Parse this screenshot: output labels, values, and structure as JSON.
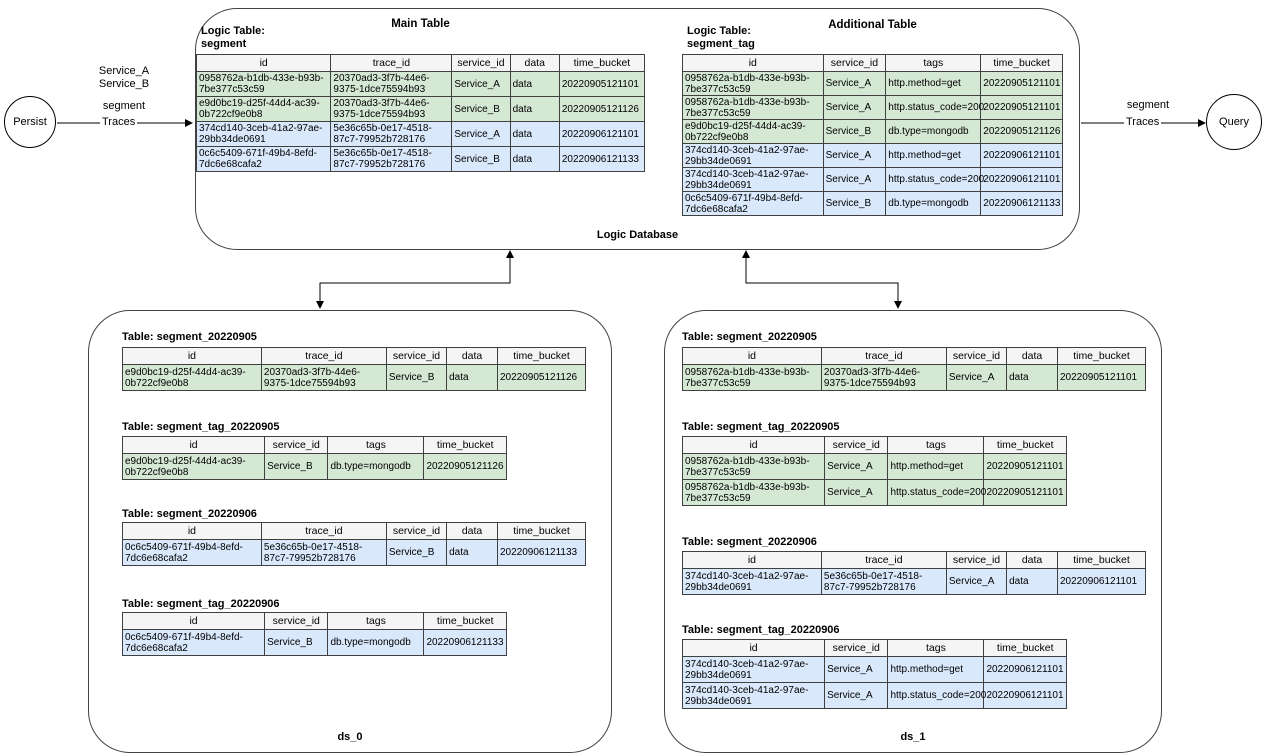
{
  "colors": {
    "green": "#d5e8d4",
    "blue": "#dae8fc",
    "header_bg": "#f5f5f5",
    "table_border": "#404040",
    "box_border": "#424242"
  },
  "left_flow": {
    "node": "Persist",
    "labels_top": [
      "Service_A",
      "Service_B"
    ],
    "label_mid": "segment",
    "label_arrow": "Traces"
  },
  "right_flow": {
    "node": "Query",
    "label_mid": "segment",
    "label_arrow": "Traces"
  },
  "logic_db": {
    "label": "Logic Database",
    "main_header": "Main Table",
    "additional_header": "Additional Table",
    "main_logic_label_line1": "Logic Table:",
    "main_logic_label_line2": "segment",
    "add_logic_label_line1": "Logic Table:",
    "add_logic_label_line2": "segment_tag"
  },
  "ds0": {
    "label": "ds_0"
  },
  "ds1": {
    "label": "ds_1"
  },
  "tables": {
    "logic_segment": {
      "kind": "segment",
      "columns": [
        "id",
        "trace_id",
        "service_id",
        "data",
        "time_bucket"
      ],
      "rows": [
        {
          "color": "green",
          "cells": [
            "0958762a-b1db-433e-b93b-7be377c53c59",
            "20370ad3-3f7b-44e6-9375-1dce75594b93",
            "Service_A",
            "data",
            "20220905121101"
          ]
        },
        {
          "color": "green",
          "cells": [
            "e9d0bc19-d25f-44d4-ac39-0b722cf9e0b8",
            "20370ad3-3f7b-44e6-9375-1dce75594b93",
            "Service_B",
            "data",
            "20220905121126"
          ]
        },
        {
          "color": "blue",
          "cells": [
            "374cd140-3ceb-41a2-97ae-29bb34de0691",
            "5e36c65b-0e17-4518-87c7-79952b728176",
            "Service_A",
            "data",
            "20220906121101"
          ]
        },
        {
          "color": "blue",
          "cells": [
            "0c6c5409-671f-49b4-8efd-7dc6e68cafa2",
            "5e36c65b-0e17-4518-87c7-79952b728176",
            "Service_B",
            "data",
            "20220906121133"
          ]
        }
      ]
    },
    "logic_segment_tag": {
      "kind": "tag",
      "columns": [
        "id",
        "service_id",
        "tags",
        "time_bucket"
      ],
      "rows": [
        {
          "color": "green",
          "cells": [
            "0958762a-b1db-433e-b93b-7be377c53c59",
            "Service_A",
            "http.method=get",
            "20220905121101"
          ]
        },
        {
          "color": "green",
          "cells": [
            "0958762a-b1db-433e-b93b-7be377c53c59",
            "Service_A",
            "http.status_code=200",
            "20220905121101"
          ]
        },
        {
          "color": "green",
          "cells": [
            "e9d0bc19-d25f-44d4-ac39-0b722cf9e0b8",
            "Service_B",
            "db.type=mongodb",
            "20220905121126"
          ]
        },
        {
          "color": "blue",
          "cells": [
            "374cd140-3ceb-41a2-97ae-29bb34de0691",
            "Service_A",
            "http.method=get",
            "20220906121101"
          ]
        },
        {
          "color": "blue",
          "cells": [
            "374cd140-3ceb-41a2-97ae-29bb34de0691",
            "Service_A",
            "http.status_code=200",
            "20220906121101"
          ]
        },
        {
          "color": "blue",
          "cells": [
            "0c6c5409-671f-49b4-8efd-7dc6e68cafa2",
            "Service_B",
            "db.type=mongodb",
            "20220906121133"
          ]
        }
      ]
    },
    "ds0_t1": {
      "kind": "segment",
      "title": "Table: segment_20220905",
      "columns": [
        "id",
        "trace_id",
        "service_id",
        "data",
        "time_bucket"
      ],
      "rows": [
        {
          "color": "green",
          "cells": [
            "e9d0bc19-d25f-44d4-ac39-0b722cf9e0b8",
            "20370ad3-3f7b-44e6-9375-1dce75594b93",
            "Service_B",
            "data",
            "20220905121126"
          ]
        }
      ]
    },
    "ds0_t2": {
      "kind": "tag",
      "title": "Table: segment_tag_20220905",
      "columns": [
        "id",
        "service_id",
        "tags",
        "time_bucket"
      ],
      "rows": [
        {
          "color": "green",
          "cells": [
            "e9d0bc19-d25f-44d4-ac39-0b722cf9e0b8",
            "Service_B",
            "db.type=mongodb",
            "20220905121126"
          ]
        }
      ]
    },
    "ds0_t3": {
      "kind": "segment",
      "title": "Table: segment_20220906",
      "columns": [
        "id",
        "trace_id",
        "service_id",
        "data",
        "time_bucket"
      ],
      "rows": [
        {
          "color": "blue",
          "cells": [
            "0c6c5409-671f-49b4-8efd-7dc6e68cafa2",
            "5e36c65b-0e17-4518-87c7-79952b728176",
            "Service_B",
            "data",
            "20220906121133"
          ]
        }
      ]
    },
    "ds0_t4": {
      "kind": "tag",
      "title": "Table: segment_tag_20220906",
      "columns": [
        "id",
        "service_id",
        "tags",
        "time_bucket"
      ],
      "rows": [
        {
          "color": "blue",
          "cells": [
            "0c6c5409-671f-49b4-8efd-7dc6e68cafa2",
            "Service_B",
            "db.type=mongodb",
            "20220906121133"
          ]
        }
      ]
    },
    "ds1_t1": {
      "kind": "segment",
      "title": "Table: segment_20220905",
      "columns": [
        "id",
        "trace_id",
        "service_id",
        "data",
        "time_bucket"
      ],
      "rows": [
        {
          "color": "green",
          "cells": [
            "0958762a-b1db-433e-b93b-7be377c53c59",
            "20370ad3-3f7b-44e6-9375-1dce75594b93",
            "Service_A",
            "data",
            "20220905121101"
          ]
        }
      ]
    },
    "ds1_t2": {
      "kind": "tag",
      "title": "Table: segment_tag_20220905",
      "columns": [
        "id",
        "service_id",
        "tags",
        "time_bucket"
      ],
      "rows": [
        {
          "color": "green",
          "cells": [
            "0958762a-b1db-433e-b93b-7be377c53c59",
            "Service_A",
            "http.method=get",
            "20220905121101"
          ]
        },
        {
          "color": "green",
          "cells": [
            "0958762a-b1db-433e-b93b-7be377c53c59",
            "Service_A",
            "http.status_code=200",
            "20220905121101"
          ]
        }
      ]
    },
    "ds1_t3": {
      "kind": "segment",
      "title": "Table: segment_20220906",
      "columns": [
        "id",
        "trace_id",
        "service_id",
        "data",
        "time_bucket"
      ],
      "rows": [
        {
          "color": "blue",
          "cells": [
            "374cd140-3ceb-41a2-97ae-29bb34de0691",
            "5e36c65b-0e17-4518-87c7-79952b728176",
            "Service_A",
            "data",
            "20220906121101"
          ]
        }
      ]
    },
    "ds1_t4": {
      "kind": "tag",
      "title": "Table: segment_tag_20220906",
      "columns": [
        "id",
        "service_id",
        "tags",
        "time_bucket"
      ],
      "rows": [
        {
          "color": "blue",
          "cells": [
            "374cd140-3ceb-41a2-97ae-29bb34de0691",
            "Service_A",
            "http.method=get",
            "20220906121101"
          ]
        },
        {
          "color": "blue",
          "cells": [
            "374cd140-3ceb-41a2-97ae-29bb34de0691",
            "Service_A",
            "http.status_code=200",
            "20220906121101"
          ]
        }
      ]
    }
  }
}
